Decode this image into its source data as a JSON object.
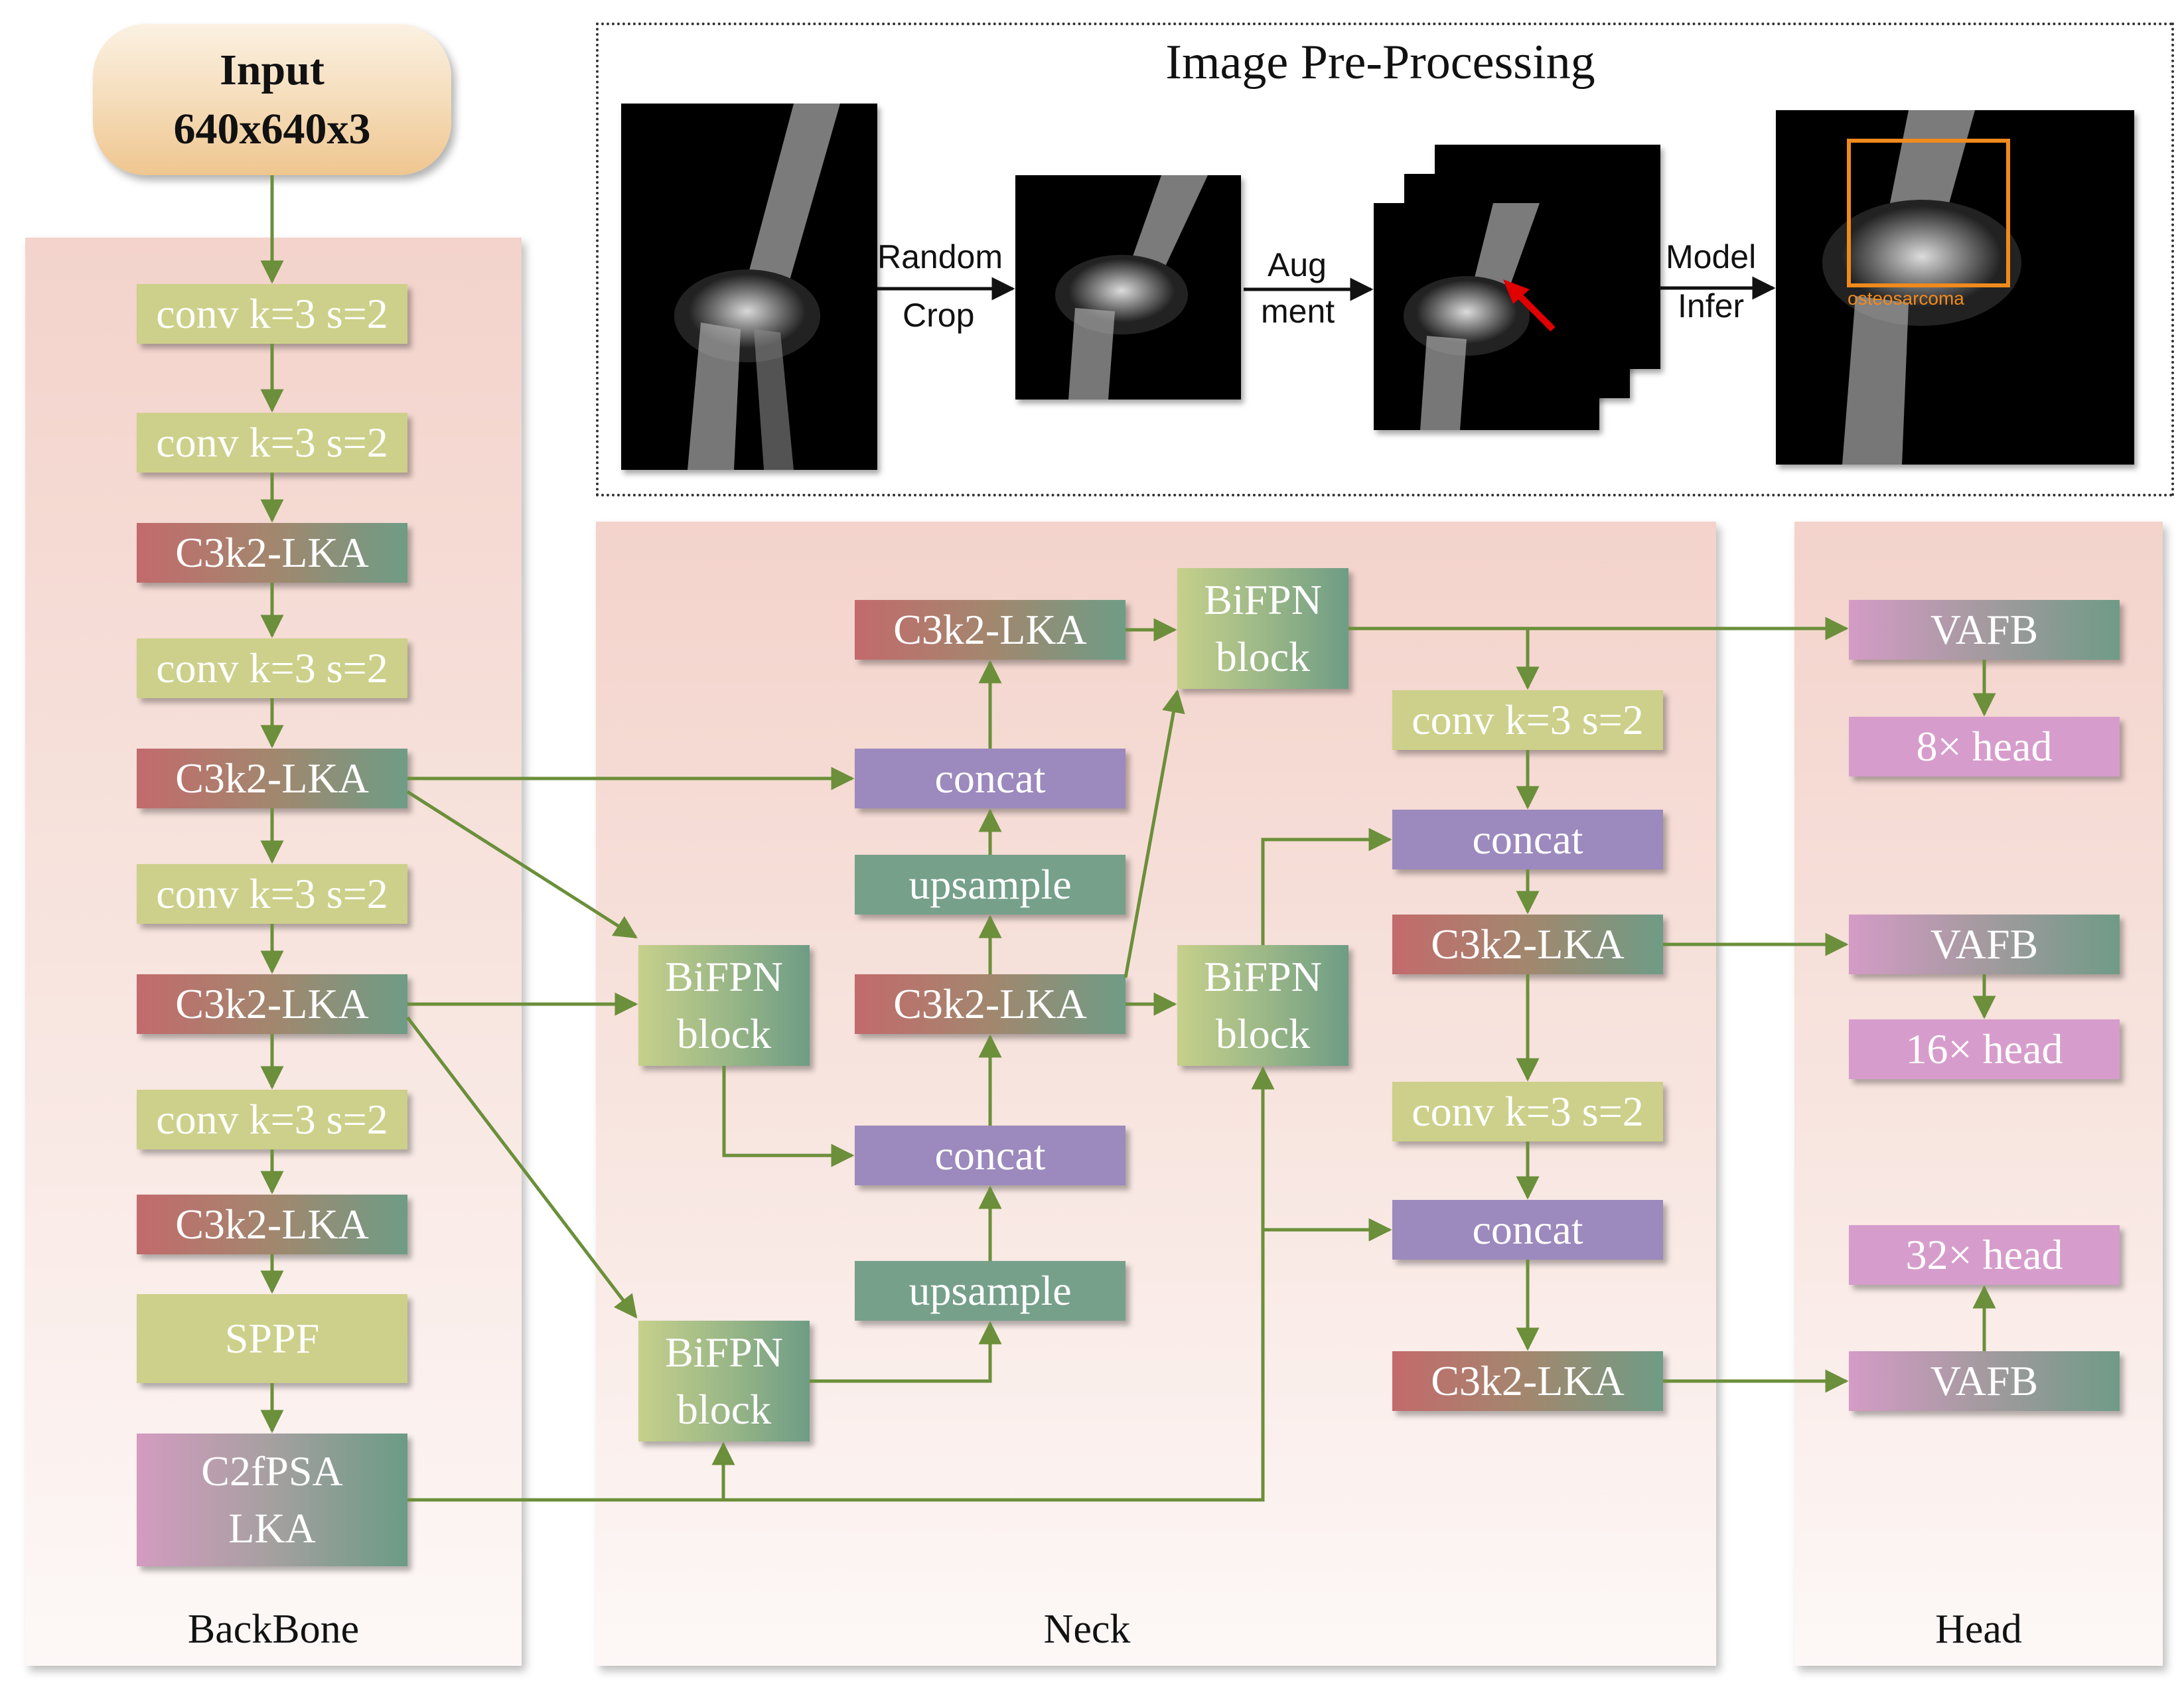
{
  "input": {
    "line1": "Input",
    "line2": "640x640x3"
  },
  "panels": {
    "backbone": "BackBone",
    "neck": "Neck",
    "head": "Head"
  },
  "preprocessing": {
    "title": "Image Pre-Processing",
    "arrow1": {
      "line1": "Random",
      "line2": "Crop"
    },
    "arrow2": {
      "line1": "Aug",
      "line2": "ment"
    },
    "arrow3": {
      "line1": "Model",
      "line2": "Infer"
    },
    "detection_label": "osteosarcoma"
  },
  "backbone": {
    "conv1": "conv k=3 s=2",
    "conv2": "conv k=3 s=2",
    "c3k2_1": "C3k2-LKA",
    "conv3": "conv k=3 s=2",
    "c3k2_2": "C3k2-LKA",
    "conv4": "conv k=3 s=2",
    "c3k2_3": "C3k2-LKA",
    "conv5": "conv k=3 s=2",
    "c3k2_4": "C3k2-LKA",
    "sppf": "SPPF",
    "c2fpsa": "C2fPSA\nLKA"
  },
  "neck": {
    "bifpn_left_top": "BiFPN\nblock",
    "bifpn_left_bottom": "BiFPN\nblock",
    "c3k2_top": "C3k2-LKA",
    "concat_top": "concat",
    "upsample_top": "upsample",
    "c3k2_mid": "C3k2-LKA",
    "concat_mid": "concat",
    "upsample_bottom": "upsample",
    "bifpn_mid_top": "BiFPN\nblock",
    "bifpn_mid_bottom": "BiFPN\nblock",
    "conv_right_top": "conv k=3 s=2",
    "concat_right_top": "concat",
    "c3k2_right_mid": "C3k2-LKA",
    "conv_right_bottom": "conv k=3 s=2",
    "concat_right_bottom": "concat",
    "c3k2_right_bottom": "C3k2-LKA"
  },
  "head": {
    "vafb1": "VAFB",
    "head8": "8× head",
    "vafb2": "VAFB",
    "head16": "16× head",
    "head32": "32× head",
    "vafb3": "VAFB"
  },
  "colors": {
    "arrow": "#6b8f3a",
    "detection_box": "#f08a1c",
    "red_arrow": "#e00000"
  }
}
